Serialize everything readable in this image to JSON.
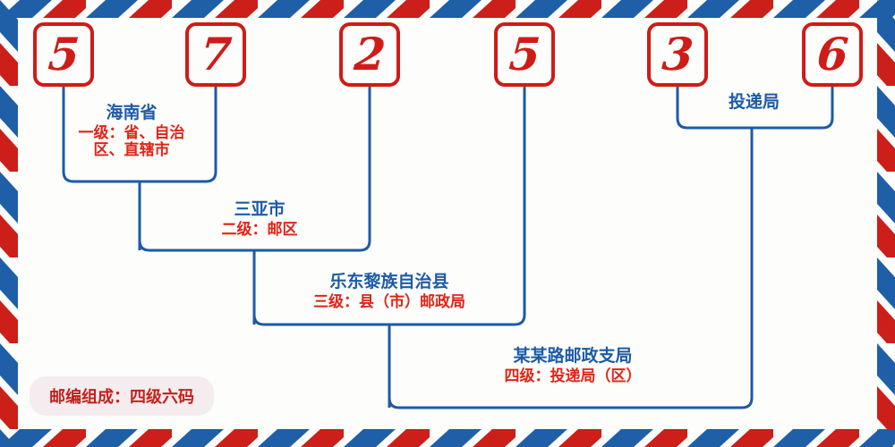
{
  "theme": {
    "paper": "#fdfdfb",
    "red": "#cf1c18",
    "blue": "#1c5ba6",
    "label_red": "#e02418",
    "badge_bg": "#f4ecee",
    "badge_text": "#c4201d",
    "stripe_red": "#cc1f1a",
    "stripe_blue": "#1f5fa8"
  },
  "postcode": {
    "value": "572536",
    "digits": [
      {
        "index": 1,
        "char": "5"
      },
      {
        "index": 2,
        "char": "7"
      },
      {
        "index": 3,
        "char": "2"
      },
      {
        "index": 4,
        "char": "5"
      },
      {
        "index": 5,
        "char": "3"
      },
      {
        "index": 6,
        "char": "6"
      }
    ]
  },
  "levels": [
    {
      "id": "level-1",
      "name": "海南省",
      "desc": "一级：省、自治区、直辖市",
      "digits": "57"
    },
    {
      "id": "level-2",
      "name": "三亚市",
      "desc": "二级：邮区",
      "digits": "5725"
    },
    {
      "id": "level-3",
      "name": "乐东黎族自治县",
      "desc": "三级：县（市）邮政局",
      "digits": "57253"
    },
    {
      "id": "level-4",
      "name": "某某路邮政支局",
      "desc": "四级：投递局（区）",
      "digits": "572536"
    }
  ],
  "delivery_bracket": {
    "label": "投递局"
  },
  "legend": {
    "text": "邮编组成：四级六码"
  }
}
